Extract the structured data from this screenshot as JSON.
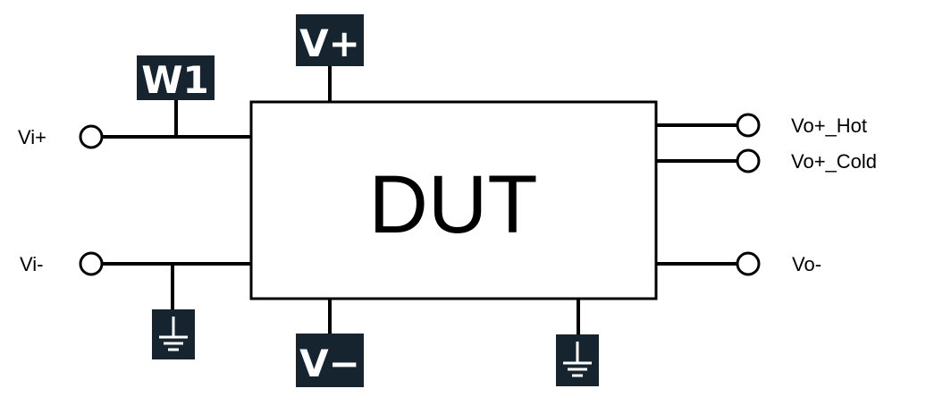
{
  "device": {
    "label": "DUT"
  },
  "badges": {
    "w1": "W1",
    "v_plus": "V+",
    "v_minus": "V−"
  },
  "terminals": {
    "vi_plus": "Vi+",
    "vi_minus": "Vi-",
    "vo_plus_hot": "Vo+_Hot",
    "vo_plus_cold": "Vo+_Cold",
    "vo_minus": "Vo-"
  },
  "symbols": [
    "ground-icon",
    "ground-icon"
  ],
  "colors": {
    "badge_bg": "#162430",
    "line": "#000000",
    "background": "#ffffff"
  }
}
